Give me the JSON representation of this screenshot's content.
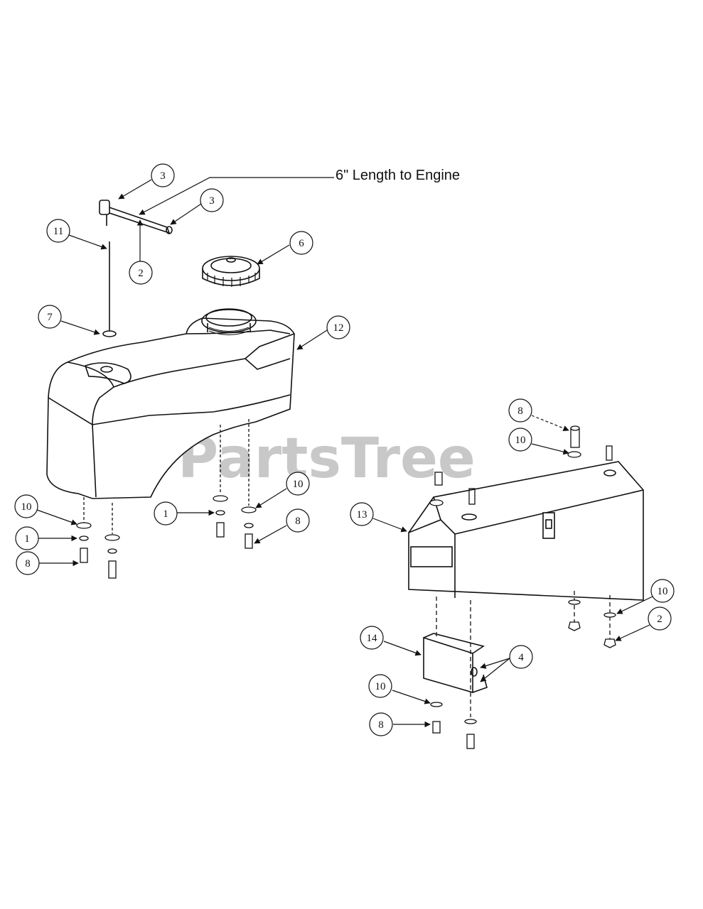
{
  "note": "6\" Length to Engine",
  "watermark": "PartsTree",
  "callouts": [
    "3",
    "3",
    "11",
    "2",
    "6",
    "7",
    "12",
    "10",
    "1",
    "8",
    "1",
    "10",
    "8",
    "8",
    "10",
    "13",
    "10",
    "2",
    "14",
    "4",
    "10",
    "8"
  ]
}
